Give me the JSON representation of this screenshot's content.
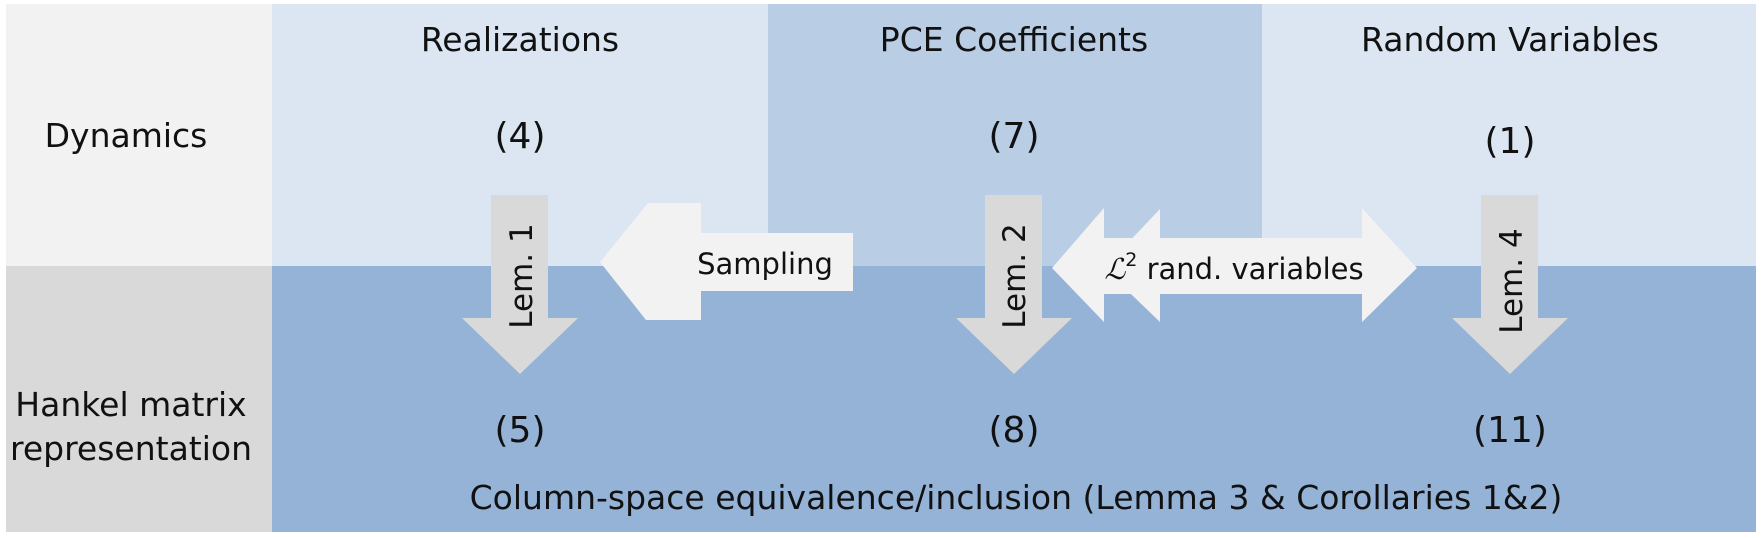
{
  "rows": {
    "dynamics": "Dynamics",
    "hankel_line1": "Hankel matrix",
    "hankel_line2": "representation"
  },
  "columns": {
    "realizations": "Realizations",
    "pce": "PCE Coefficients",
    "random": "Random Variables"
  },
  "equations": {
    "realizations_dyn": "(4)",
    "pce_dyn": "(7)",
    "random_dyn": "(1)",
    "realizations_hankel": "(5)",
    "pce_hankel": "(8)",
    "random_hankel": "(11)"
  },
  "arrows": {
    "lem1": "Lem. 1",
    "lem2": "Lem. 2",
    "lem4": "Lem. 4",
    "sampling": "Sampling",
    "l2_symbol": "ℒ",
    "l2_superscript": "2",
    "l2_text": " rand. variables"
  },
  "footer": "Column-space equivalence/inclusion (Lemma 3 & Corollaries 1&2)",
  "colors": {
    "row_label_light": "#f2f2f2",
    "row_label_dark": "#d9d9d9",
    "cell_light": "#dce6f2",
    "cell_mid": "#b9cde5",
    "cell_dark": "#95b3d7",
    "arrow_fill": "#d9d9d9",
    "arrow_fill_light": "#f2f2f2"
  }
}
